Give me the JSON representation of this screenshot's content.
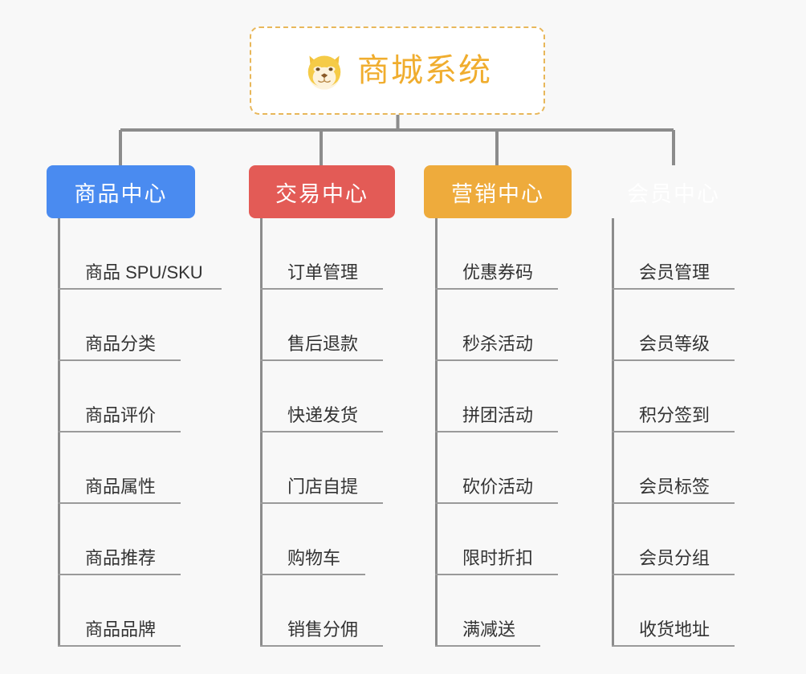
{
  "diagram": {
    "type": "mind-map-tree",
    "background_color": "#f8f8f8",
    "root": {
      "title": "商城系统",
      "icon": "shiba-dog-icon",
      "text_color": "#f0ad2e",
      "border_color": "#e8b75a",
      "background_color": "#ffffff"
    },
    "line_color": "#8c8c8c",
    "branches": [
      {
        "label": "商品中心",
        "color": "#4a8bf0",
        "items": [
          "商品 SPU/SKU",
          "商品分类",
          "商品评价",
          "商品属性",
          "商品推荐",
          "商品品牌"
        ]
      },
      {
        "label": "交易中心",
        "color": "#e35b56",
        "items": [
          "订单管理",
          "售后退款",
          "快递发货",
          "门店自提",
          "购物车",
          "销售分佣"
        ]
      },
      {
        "label": "营销中心",
        "color": "#eeab3c",
        "items": [
          "优惠券码",
          "秒杀活动",
          "拼团活动",
          "砍价活动",
          "限时折扣",
          "满减送"
        ]
      },
      {
        "label": "会员中心",
        "color": "#79c council",
        "items": [
          "会员管理",
          "会员等级",
          "积分签到",
          "会员标签",
          "会员分组",
          "收货地址"
        ]
      }
    ]
  }
}
